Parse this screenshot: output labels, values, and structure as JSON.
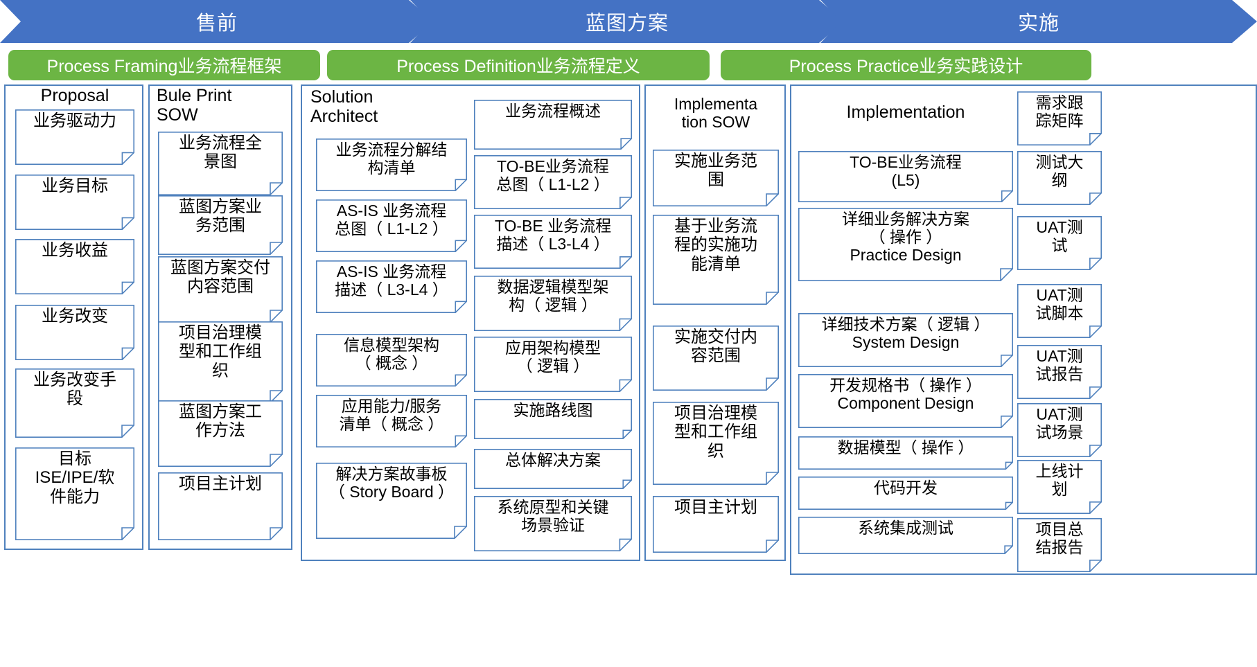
{
  "colors": {
    "chevron_blue": "#4472c4",
    "pill_green": "#6cb544",
    "node_border": "#4f81bd",
    "text": "#000000",
    "background": "#ffffff"
  },
  "phases": [
    {
      "label": "售前"
    },
    {
      "label": "蓝图方案"
    },
    {
      "label": "实施"
    }
  ],
  "pills": [
    {
      "label": "Process Framing业务流程框架"
    },
    {
      "label": "Process Definition业务流程定义"
    },
    {
      "label": "Process Practice业务实践设计"
    }
  ],
  "groups": [
    {
      "caption": "Proposal",
      "items": [
        "业务驱动力",
        "业务目标",
        "业务收益",
        "业务改变",
        "业务改变手\n段",
        "目标\nISE/IPE/软\n件能力"
      ]
    },
    {
      "caption": "Bule Print\nSOW",
      "items": [
        "业务流程全\n景图",
        "蓝图方案业\n务范围",
        "蓝图方案交付\n内容范围",
        "项目治理模\n型和工作组\n织",
        "蓝图方案工\n作方法",
        "项目主计划"
      ]
    },
    {
      "caption": "Solution\nArchitect",
      "items": [
        "业务流程分解结\n构清单",
        "AS-IS 业务流程\n总图（ L1-L2 ）",
        "AS-IS 业务流程\n描述（ L3-L4 ）",
        "信息模型架构\n（ 概念 ）",
        "应用能力/服务\n清单（ 概念 ）",
        "解决方案故事板\n（ Story Board ）"
      ]
    },
    {
      "caption": "",
      "items": [
        "业务流程概述",
        "TO-BE业务流程\n总图（ L1-L2 ）",
        "TO-BE 业务流程\n描述（ L3-L4 ）",
        "数据逻辑模型架\n构（ 逻辑 ）",
        "应用架构模型\n（ 逻辑 ）",
        "实施路线图",
        "总体解决方案",
        "系统原型和关键\n场景验证"
      ]
    },
    {
      "caption": "Implementa\ntion SOW",
      "items": [
        "实施业务范\n围",
        "基于业务流\n程的实施功\n能清单",
        "实施交付内\n容范围",
        "项目治理模\n型和工作组\n织",
        "项目主计划"
      ]
    },
    {
      "caption": "Implementation",
      "items": [
        "TO-BE业务流程\n(L5)",
        "详细业务解决方案\n（ 操作 ）\nPractice Design",
        "详细技术方案（ 逻辑 ）\nSystem Design",
        "开发规格书（ 操作 ）\nComponent Design",
        "数据模型（ 操作 ）",
        "代码开发",
        "系统集成测试"
      ]
    },
    {
      "caption": "",
      "items": [
        "需求跟\n踪矩阵",
        "测试大\n纲",
        "UAT测\n试",
        "UAT测\n试脚本",
        "UAT测\n试报告",
        "UAT测\n试场景",
        "上线计\n划",
        "项目总\n结报告"
      ]
    }
  ]
}
